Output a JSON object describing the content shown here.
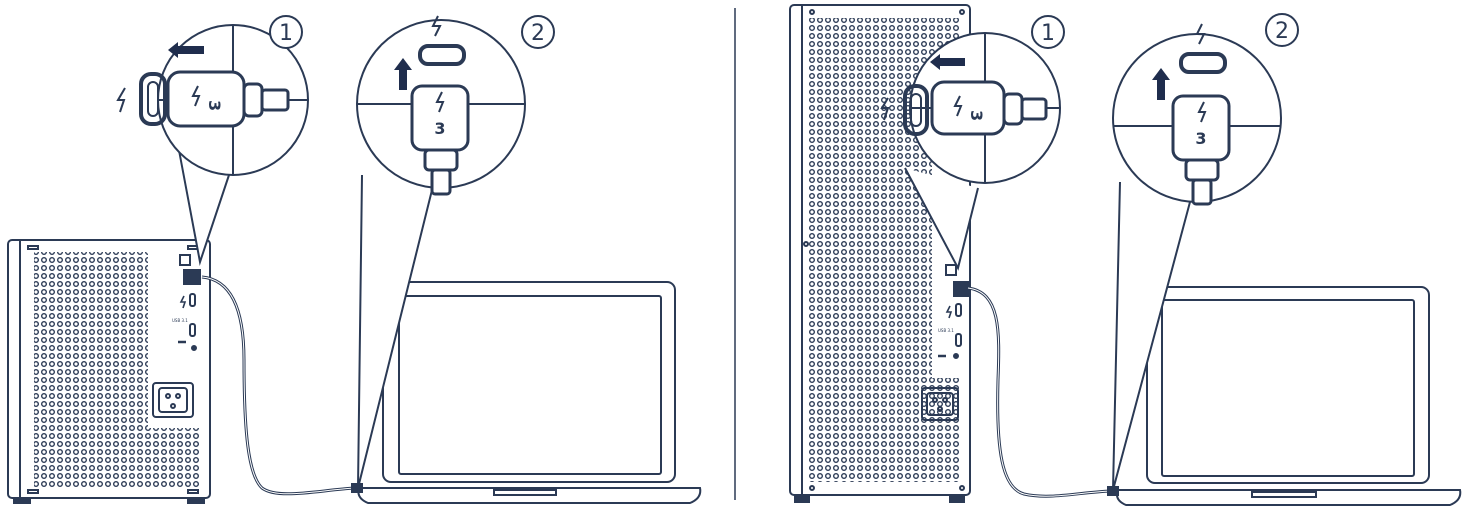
{
  "steps": {
    "one": "1",
    "two": "2"
  },
  "connector": {
    "version_label": "3"
  },
  "device_ports": {
    "usb_label": "USB 3.1"
  },
  "colors": {
    "line": "#2b3a55",
    "accent": "#1f2d4d",
    "background": "#ffffff"
  }
}
